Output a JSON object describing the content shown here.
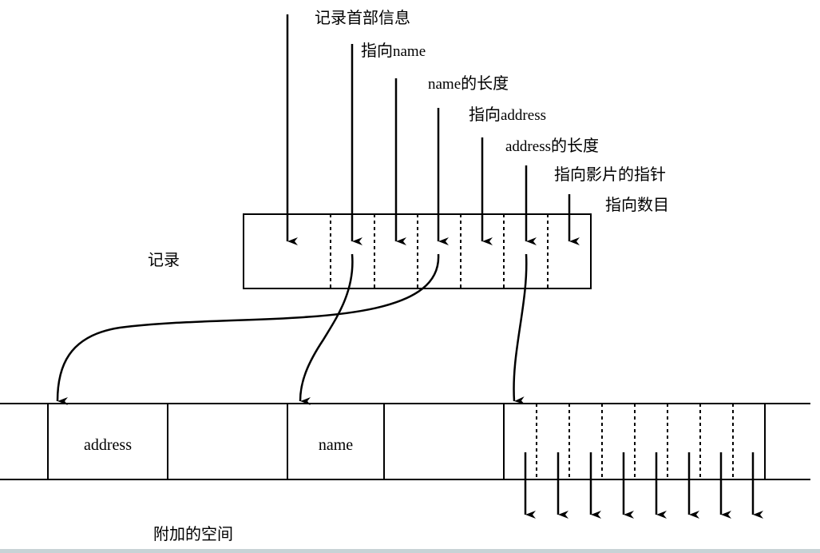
{
  "labels": {
    "header": "记录首部信息",
    "ptr_name_prefix": "指向",
    "ptr_name_word": "name",
    "name_len_word": "name",
    "name_len_suffix": "的长度",
    "ptr_addr_prefix": "指向",
    "ptr_addr_word": "address",
    "addr_len_word": "address",
    "addr_len_suffix": "的长度",
    "ptr_movie": "指向影片的指针",
    "ptr_count": "指向数目",
    "record": "记录",
    "extra_space": "附加的空间"
  },
  "cells": {
    "address": "address",
    "name": "name"
  },
  "colors": {
    "line": "#000000",
    "bottom_bar": "#c8d3d6"
  }
}
